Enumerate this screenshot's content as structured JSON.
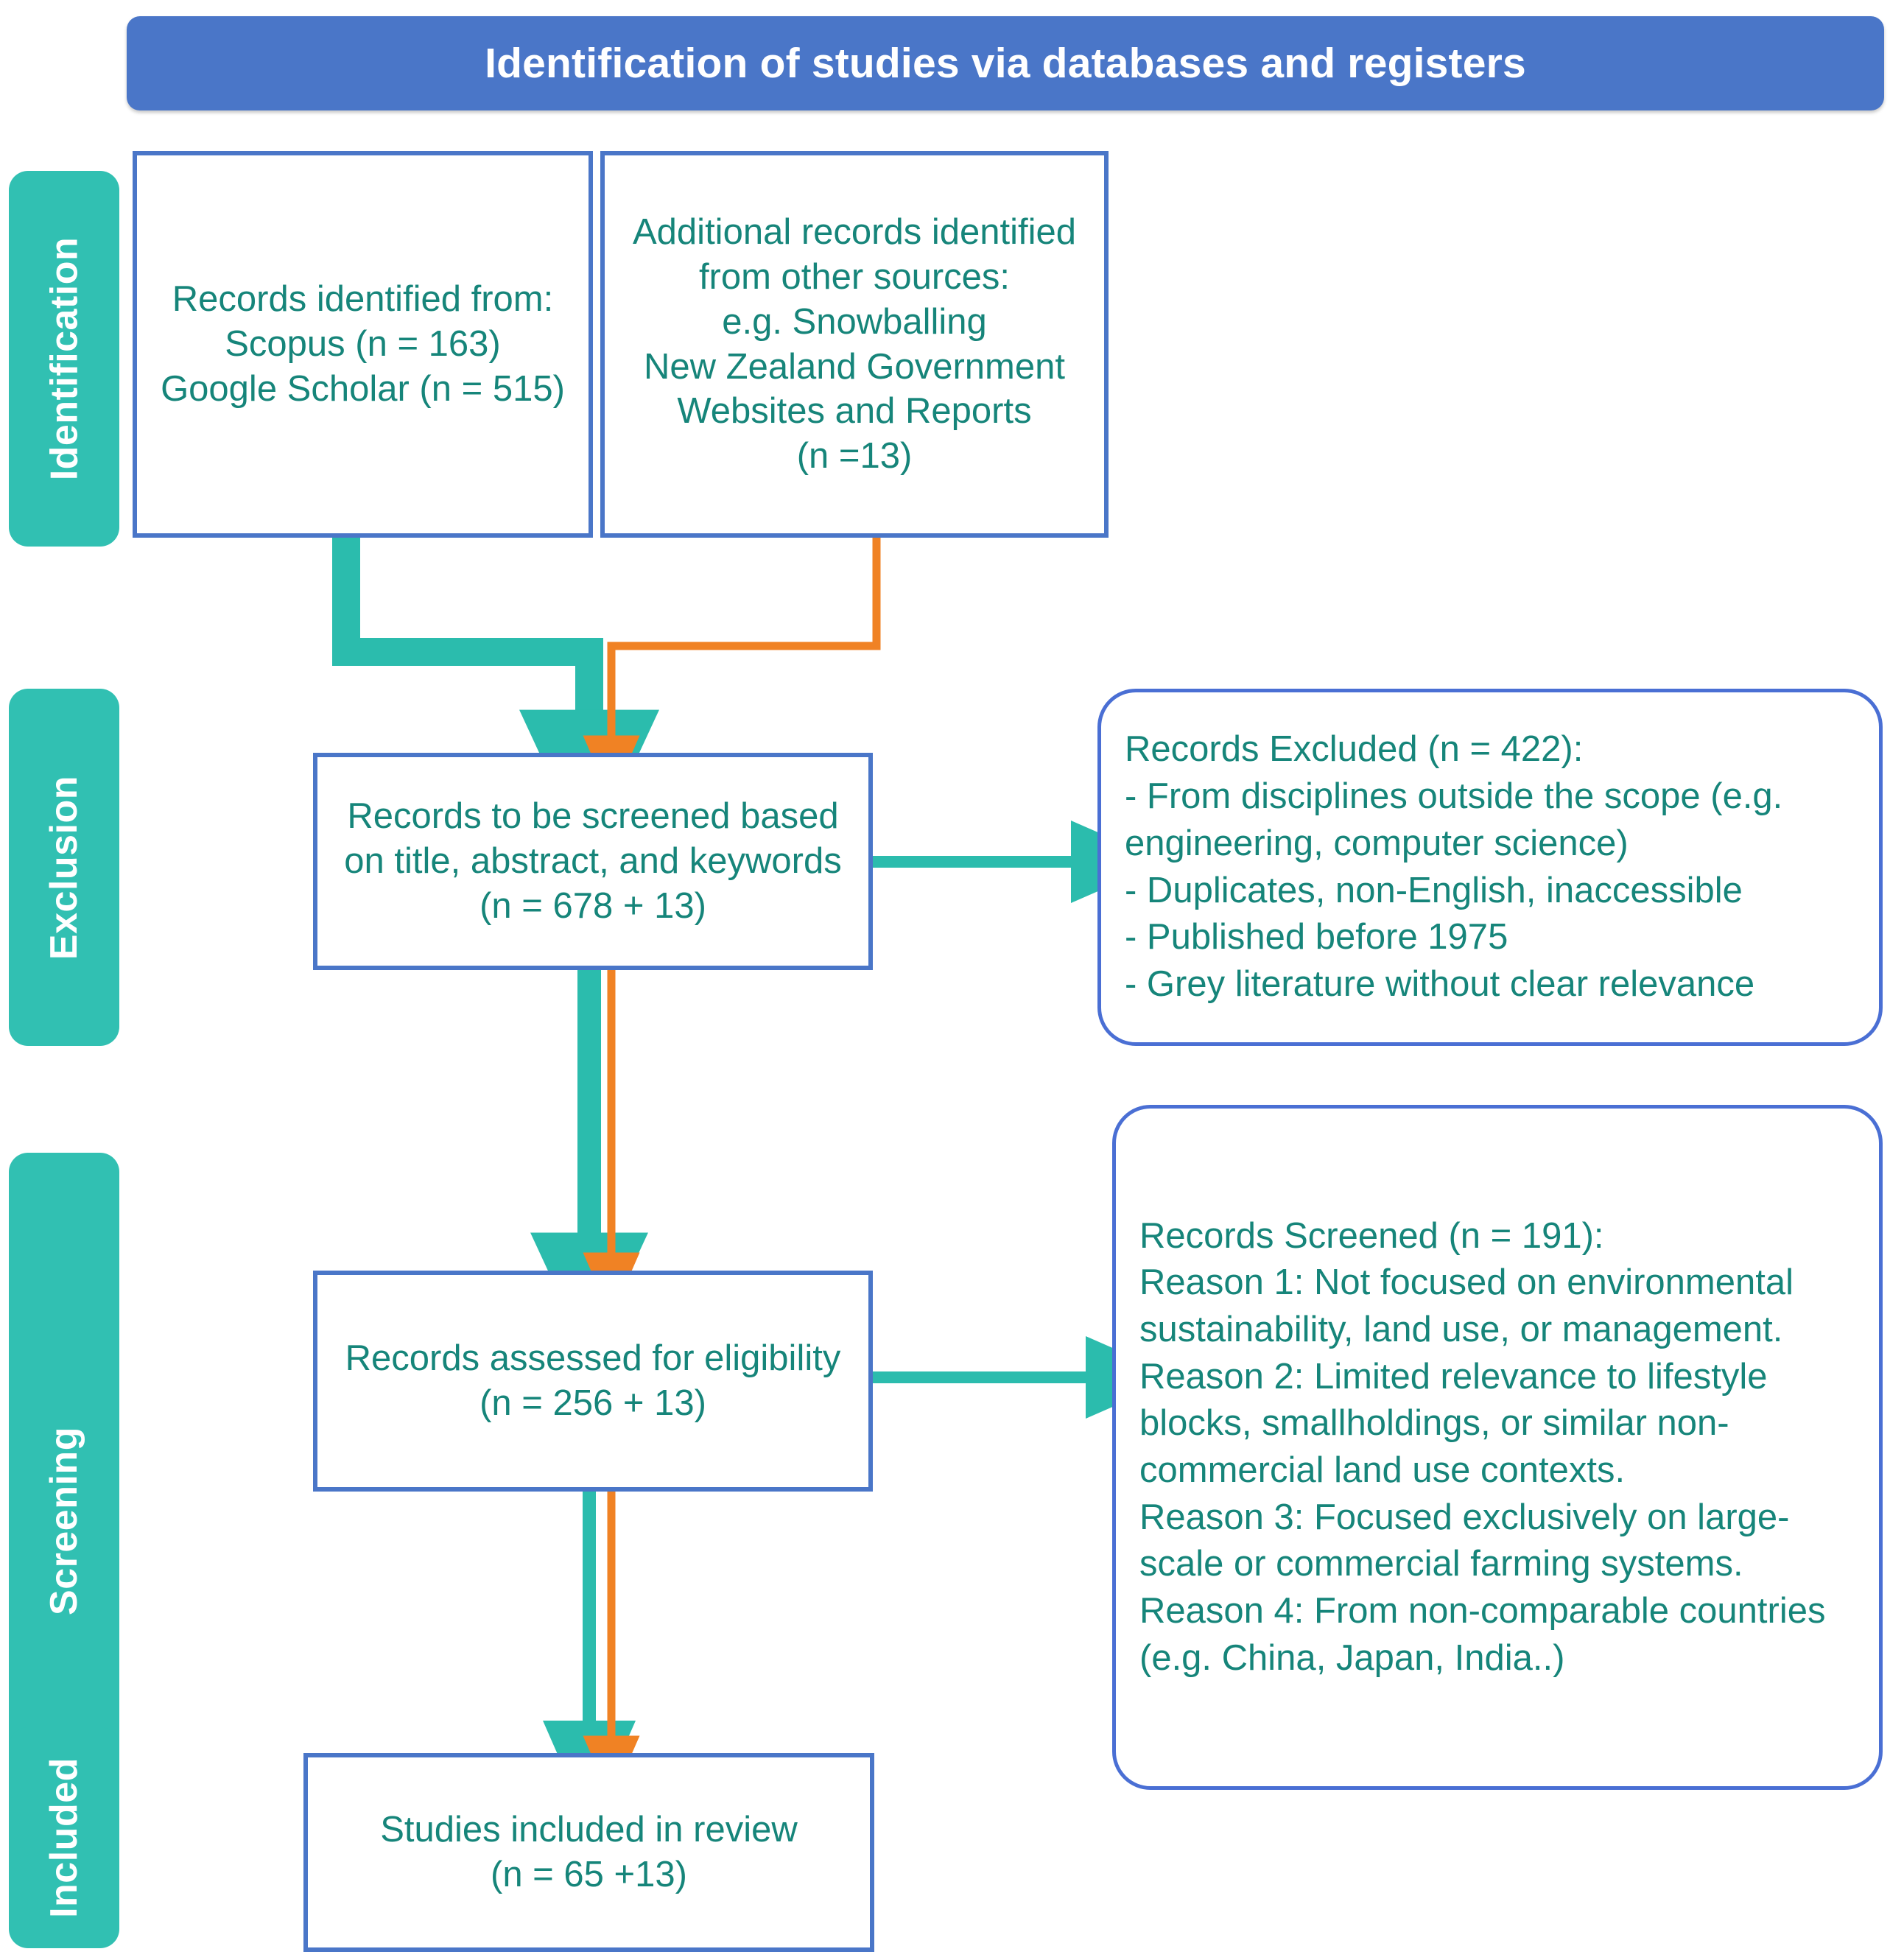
{
  "header": {
    "title": "Identification of studies via databases and registers"
  },
  "colors": {
    "banner_blue": "#4a76c8",
    "tab_teal": "#31c0b2",
    "box_border_blue": "#4a76c8",
    "panel_border_blue": "#4a6fd4",
    "text_green": "#16857a",
    "arrow_teal": "#2bbcad",
    "arrow_orange": "#f08224",
    "page_background": "#ffffff"
  },
  "stage_tabs": [
    {
      "id": "identification",
      "label": "Identification"
    },
    {
      "id": "exclusion",
      "label": "Exclusion"
    },
    {
      "id": "screening",
      "label": "Screening"
    },
    {
      "id": "included",
      "label": "Included"
    }
  ],
  "boxes": {
    "records_identified": "Records identified from:\nScopus (n = 163)\nGoogle Scholar (n = 515)",
    "additional_records": "Additional records identified from other sources:\ne.g. Snowballing\nNew Zealand Government Websites and Reports\n(n =13)",
    "records_to_screen": "Records to be screened based on title, abstract, and keywords\n(n = 678 + 13)",
    "records_assessed": "Records assessed for eligibility\n(n = 256 + 13)",
    "studies_included": "Studies included in review\n(n = 65 +13)"
  },
  "panels": {
    "records_excluded": "Records Excluded (n = 422):\n- From disciplines outside the scope (e.g. engineering, computer science)\n- Duplicates, non-English, inaccessible\n- Published before 1975\n- Grey literature without clear relevance",
    "records_screened": "Records Screened (n = 191):\nReason 1: Not focused on environmental sustainability, land use, or management.\nReason 2: Limited relevance to lifestyle blocks, smallholdings, or similar non-commercial land use contexts.\nReason 3: Focused exclusively on large-scale or commercial farming systems.\nReason 4: From non-comparable countries (e.g. China, Japan, India..)"
  },
  "chart_data": {
    "type": "diagram",
    "title": "Identification of studies via databases and registers",
    "diagram_kind": "PRISMA flow diagram",
    "nodes": [
      {
        "id": "n1",
        "stage": "Identification",
        "label": "Records identified from: Scopus (n = 163) Google Scholar (n = 515)",
        "counts": {
          "Scopus": 163,
          "Google Scholar": 515
        }
      },
      {
        "id": "n2",
        "stage": "Identification",
        "label": "Additional records identified from other sources: e.g. Snowballing New Zealand Government Websites and Reports (n =13)",
        "counts": {
          "other_sources": 13
        }
      },
      {
        "id": "n3",
        "stage": "Exclusion",
        "label": "Records to be screened based on title, abstract, and keywords (n = 678 + 13)",
        "counts": {
          "database": 678,
          "other": 13
        }
      },
      {
        "id": "n4",
        "stage": "Screening",
        "label": "Records assessed for eligibility (n = 256 + 13)",
        "counts": {
          "database": 256,
          "other": 13
        }
      },
      {
        "id": "n5",
        "stage": "Included",
        "label": "Studies included in review (n = 65 +13)",
        "counts": {
          "database": 65,
          "other": 13
        }
      },
      {
        "id": "x1",
        "stage": "Exclusion",
        "label": "Records Excluded (n = 422)",
        "counts": {
          "excluded": 422
        }
      },
      {
        "id": "x2",
        "stage": "Screening",
        "label": "Records Screened (n = 191)",
        "counts": {
          "screened_out": 191
        }
      }
    ],
    "edges": [
      {
        "from": "n1",
        "to": "n3",
        "color": "#2bbcad"
      },
      {
        "from": "n2",
        "to": "n3",
        "color": "#f08224"
      },
      {
        "from": "n3",
        "to": "x1",
        "color": "#2bbcad"
      },
      {
        "from": "n3",
        "to": "n4",
        "color": "#2bbcad"
      },
      {
        "from": "n3",
        "to": "n4",
        "color": "#f08224"
      },
      {
        "from": "n4",
        "to": "x2",
        "color": "#2bbcad"
      },
      {
        "from": "n4",
        "to": "n5",
        "color": "#2bbcad"
      },
      {
        "from": "n4",
        "to": "n5",
        "color": "#f08224"
      }
    ]
  }
}
